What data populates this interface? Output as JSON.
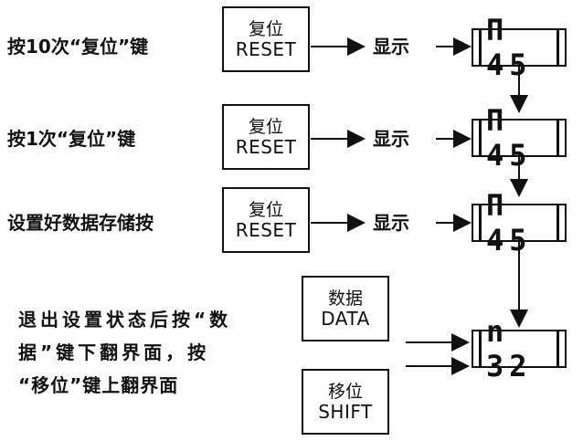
{
  "steps": [
    {
      "label": "按10次“复位”键",
      "box_cn": "复位",
      "box_en": "RESET",
      "display_word": "显示",
      "display_value": "Π 45"
    },
    {
      "label": "按1次“复位”键",
      "box_cn": "复位",
      "box_en": "RESET",
      "display_word": "显示",
      "display_value": "Π 45"
    },
    {
      "label": "设置好数据存储按",
      "box_cn": "复位",
      "box_en": "RESET",
      "display_word": "显示",
      "display_value": "Π 45"
    }
  ],
  "final": {
    "note_lines": [
      "退出设置状态后按“数",
      "据”键下翻界面，按",
      "“移位”键上翻界面"
    ],
    "data_key": {
      "cn": "数据",
      "en": "DATA"
    },
    "shift_key": {
      "cn": "移位",
      "en": "SHIFT"
    },
    "display_value": "n 32"
  }
}
